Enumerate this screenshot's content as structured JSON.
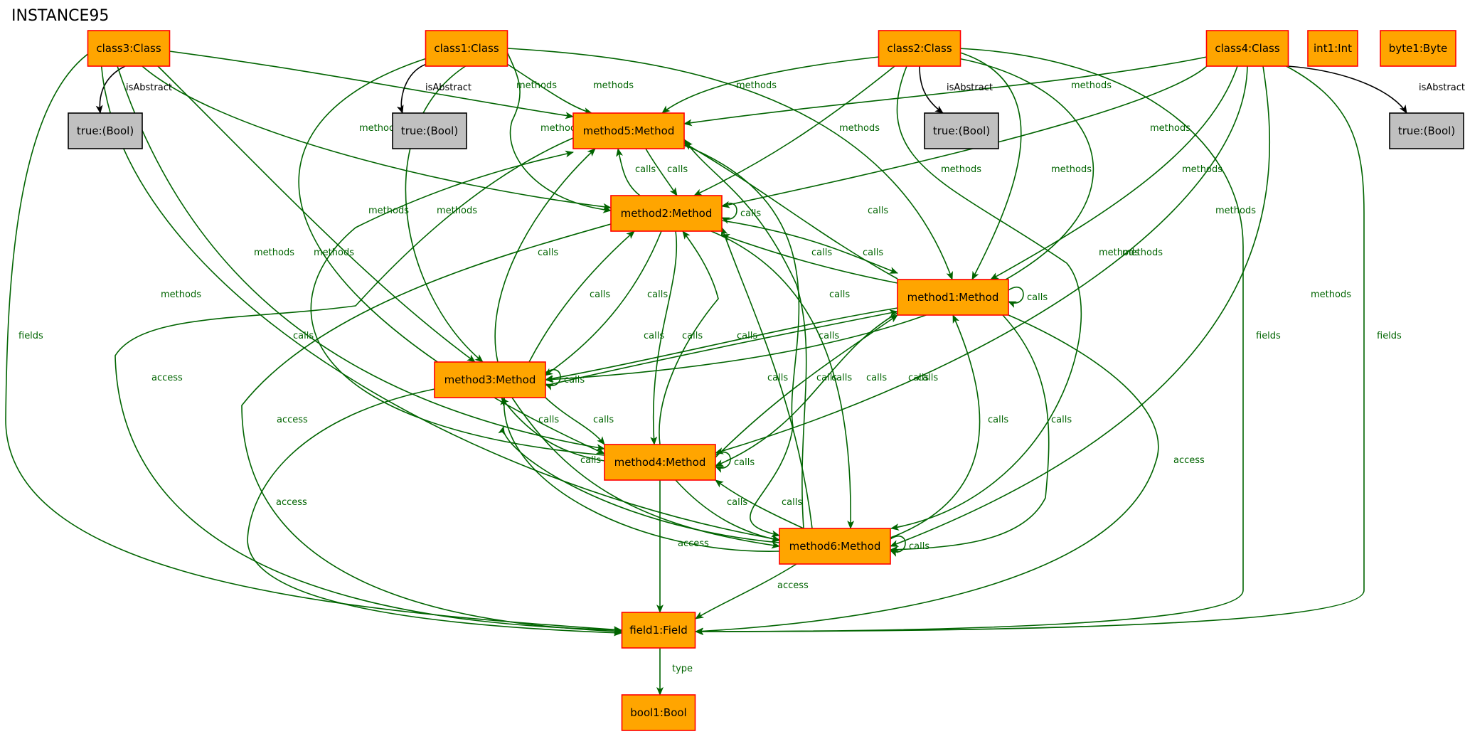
{
  "title": "INSTANCE95",
  "colors": {
    "node_fill": "#FFA500",
    "node_stroke": "#FF0000",
    "bool_fill": "#C0C0C0",
    "bool_stroke": "#000000",
    "edge_green": "#006400",
    "edge_black": "#000000"
  },
  "nodes": {
    "class3": "class3:Class",
    "class1": "class1:Class",
    "class2": "class2:Class",
    "class4": "class4:Class",
    "int1": "int1:Int",
    "byte1": "byte1:Byte",
    "true3": "true:(Bool)",
    "true1": "true:(Bool)",
    "true2": "true:(Bool)",
    "true4": "true:(Bool)",
    "method5": "method5:Method",
    "method2": "method2:Method",
    "method1": "method1:Method",
    "method3": "method3:Method",
    "method4": "method4:Method",
    "method6": "method6:Method",
    "field1": "field1:Field",
    "bool1": "bool1:Bool"
  },
  "edge_labels": {
    "isAbstract": "isAbstract",
    "methods": "methods",
    "calls": "calls",
    "fields": "fields",
    "access": "access",
    "type": "type"
  }
}
